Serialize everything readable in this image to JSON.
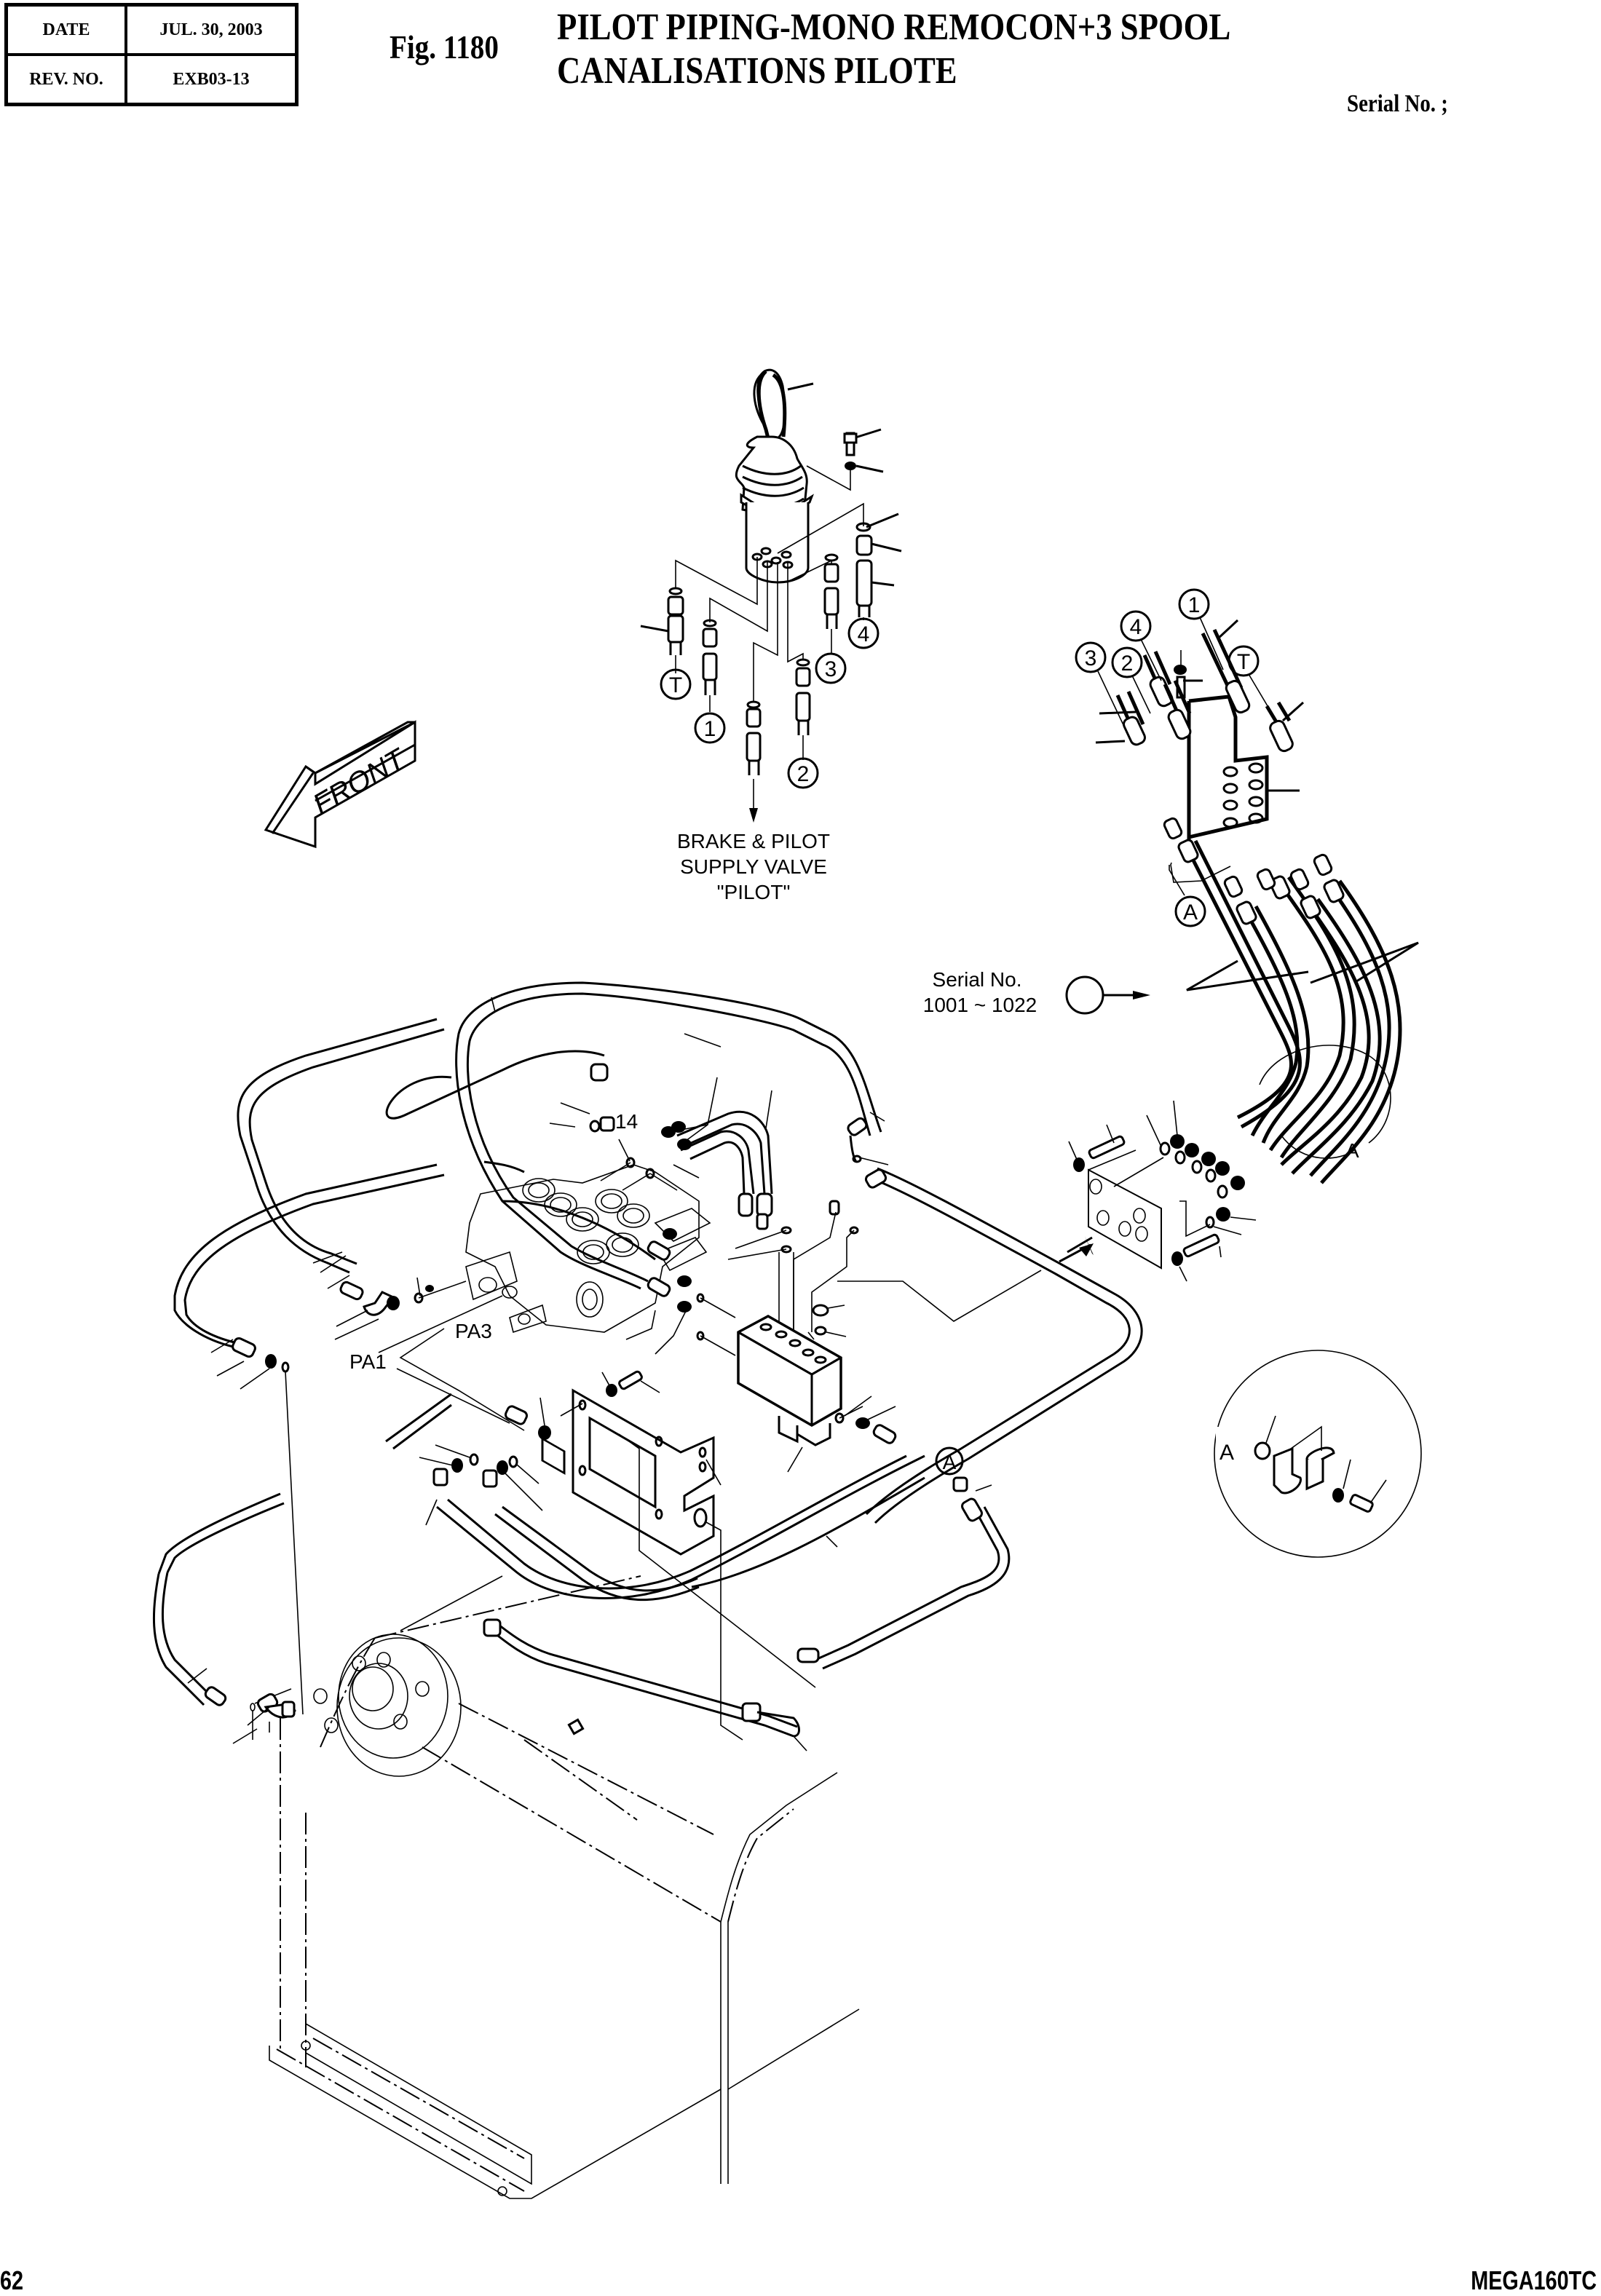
{
  "header": {
    "date_label": "DATE",
    "date_value": "JUL.  30, 2003",
    "rev_label": "REV. NO.",
    "rev_value": "EXB03-13",
    "fig_number": "Fig. 1180",
    "title_en": "PILOT PIPING-MONO REMOCON+3 SPOOL",
    "title_fr": "CANALISATIONS PILOTE",
    "serial_label": "Serial No. ;"
  },
  "callouts": {
    "joystick_ports": [
      "T",
      "1",
      "2",
      "3",
      "4"
    ],
    "manifold_ports": [
      "3",
      "2",
      "4",
      "1",
      "T"
    ],
    "detail_ref_circle": "A",
    "detail_ref_letter": "A",
    "item_14": "14",
    "pa3": "PA3",
    "pa1": "PA1"
  },
  "notes": {
    "supply_line1": "BRAKE & PILOT",
    "supply_line2": "SUPPLY VALVE",
    "supply_line3": "\"PILOT\"",
    "serial_range_line1": "Serial No.",
    "serial_range_line2": "1001 ~ 1022",
    "front_arrow": "FRONT"
  },
  "footer": {
    "page_number": "62",
    "model": "MEGA160TC"
  }
}
